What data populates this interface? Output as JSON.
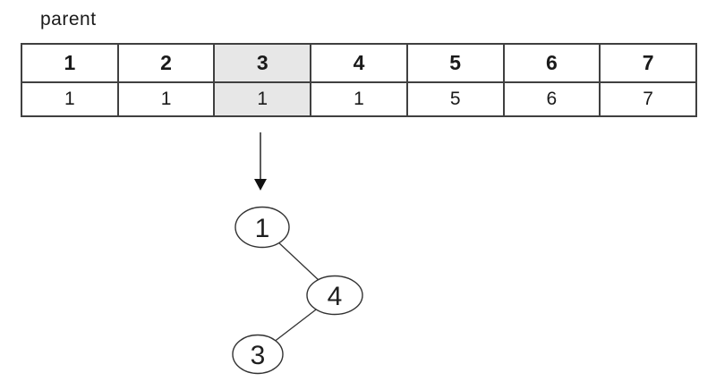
{
  "title": "parent",
  "table": {
    "headers": [
      "1",
      "2",
      "3",
      "4",
      "5",
      "6",
      "7"
    ],
    "values": [
      "1",
      "1",
      "1",
      "1",
      "5",
      "6",
      "7"
    ],
    "highlighted_column_header": "3",
    "highlight_color": "#e7e7e7",
    "border_color": "#404040"
  },
  "tree": {
    "nodes": [
      {
        "label": "1"
      },
      {
        "label": "4"
      },
      {
        "label": "3"
      }
    ],
    "edges": [
      {
        "from": "1",
        "to": "4"
      },
      {
        "from": "4",
        "to": "3"
      }
    ]
  }
}
